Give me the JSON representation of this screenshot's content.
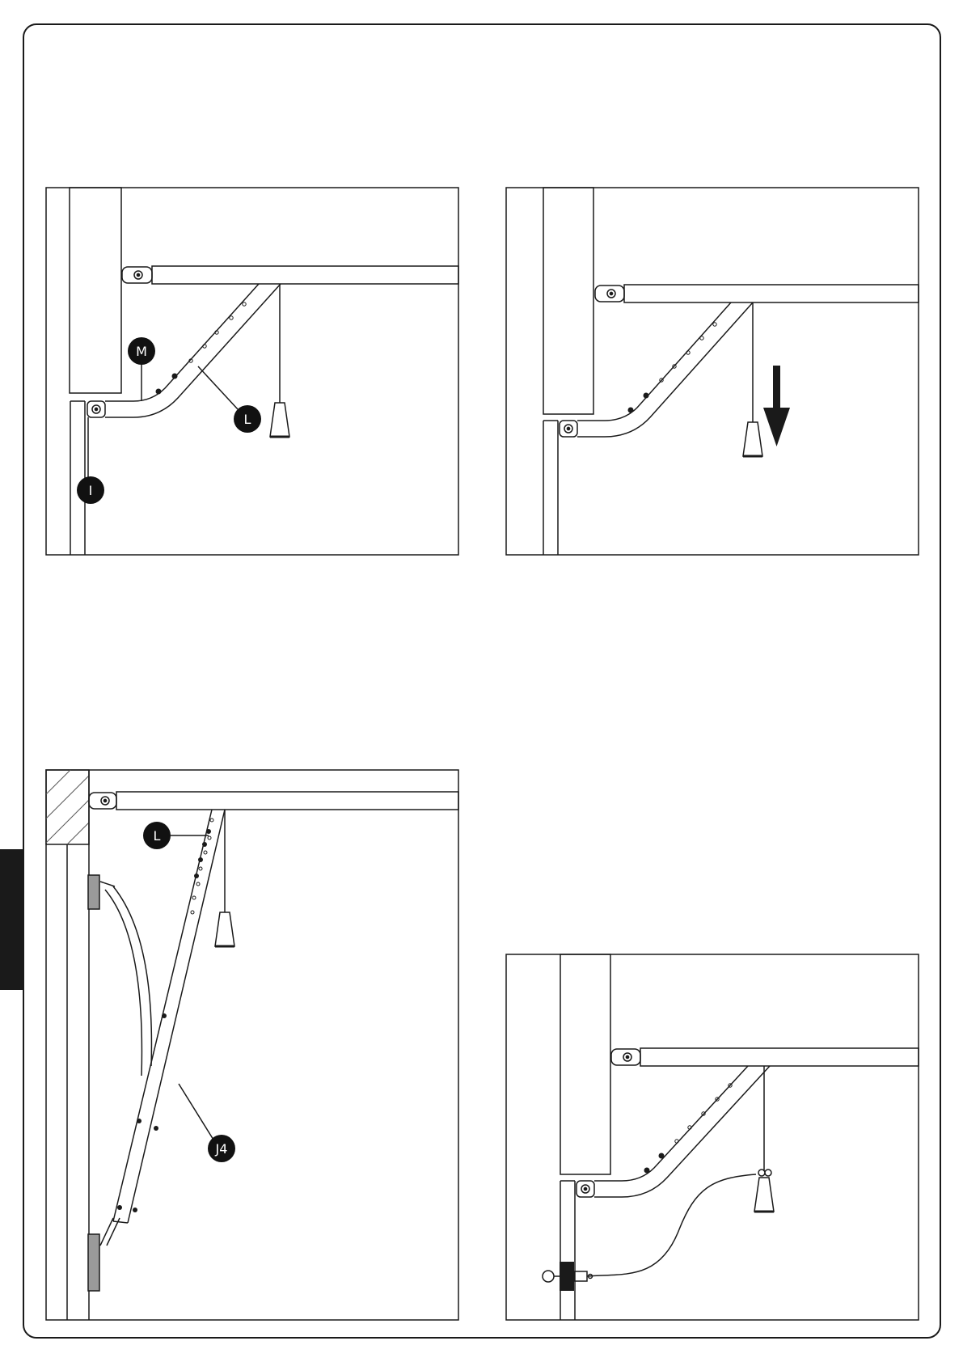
{
  "callouts": {
    "top_left_m": "M",
    "top_left_l": "L",
    "top_left_i": "I",
    "bottom_left_l": "L",
    "bottom_left_j4": "J4"
  },
  "colors": {
    "line": "#1a1a1a",
    "badge": "#111111",
    "side_tab": "#1a1a1a",
    "pad": "#9a9a9a"
  },
  "icons": {
    "pull_direction": "arrow-down-icon",
    "counterweight": "weight-icon",
    "release_key": "key-icon"
  }
}
